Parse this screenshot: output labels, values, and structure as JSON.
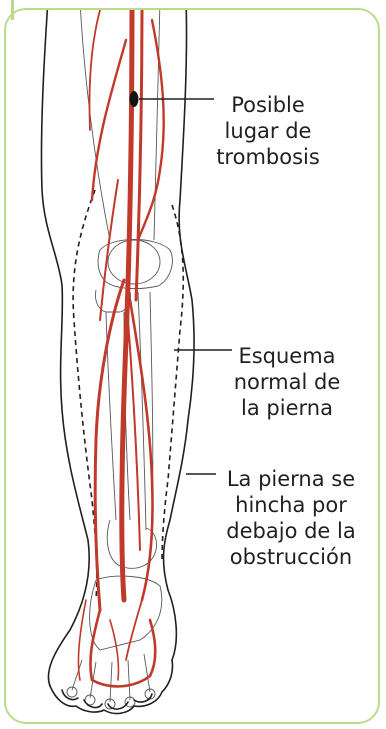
{
  "colors": {
    "frame": "#b9dc8a",
    "vessel": "#c0392b",
    "outline": "#231f20",
    "thrombus": "#111111"
  },
  "labels": {
    "thrombosis_site": "Posible\nlugar de\ntrombosis",
    "normal_outline": "Esquema\nnormal de\nla pierna",
    "swelling": "La pierna se\nhincha por\ndebajo de la\nobstrucción"
  }
}
